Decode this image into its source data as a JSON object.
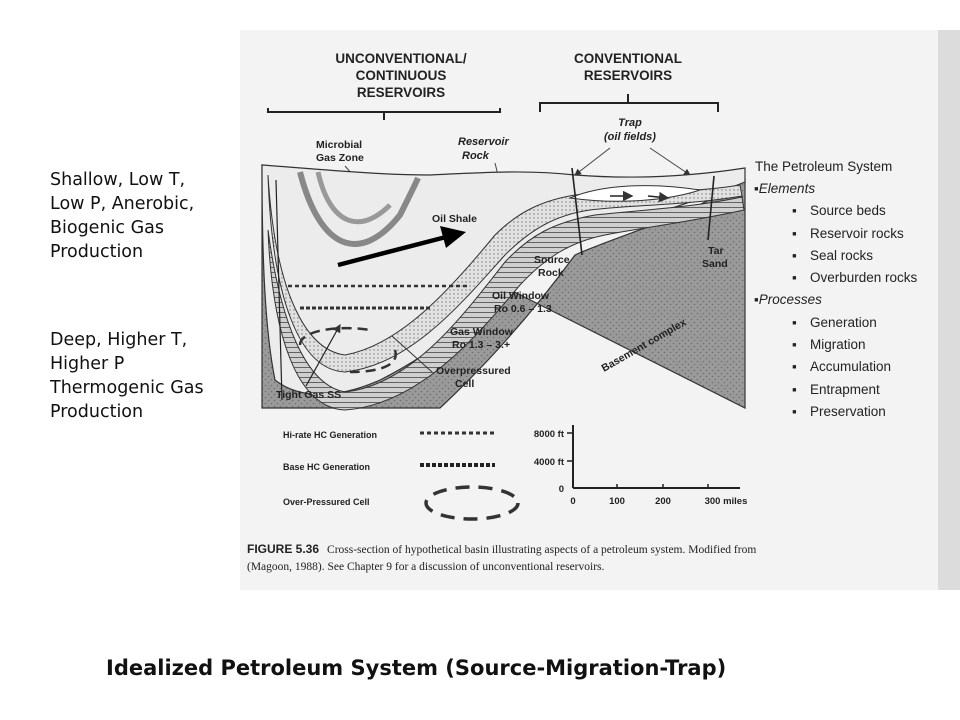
{
  "notes": {
    "shallow": [
      "Shallow, Low T,",
      "Low P, Anerobic,",
      "Biogenic Gas",
      "Production"
    ],
    "deep": [
      "Deep, Higher T,",
      "Higher P",
      "Thermogenic Gas",
      "Production"
    ]
  },
  "caption": "Idealized Petroleum System (Source-Migration-Trap)",
  "figure": {
    "heading_unconventional": [
      "UNCONVENTIONAL/",
      "CONTINUOUS",
      "RESERVOIRS"
    ],
    "heading_conventional": [
      "CONVENTIONAL",
      "RESERVOIRS"
    ],
    "labels": {
      "trap": [
        "Trap",
        "(oil fields)"
      ],
      "microbial": [
        "Microbial",
        "Gas Zone"
      ],
      "reservoir_rock": [
        "Reservoir",
        "Rock"
      ],
      "oil_shale": "Oil Shale",
      "source_rock": [
        "Source",
        "Rock"
      ],
      "oil_window": [
        "Oil Window",
        "Ro 0.6 – 1.3"
      ],
      "gas_window": [
        "Gas Window",
        "Ro 1.3 – 3.+"
      ],
      "overpressured": [
        "Overpressured",
        "Cell"
      ],
      "tight_gas": "Tight Gas SS",
      "tar_sand": [
        "Tar",
        "Sand"
      ],
      "basement": "Basement complex"
    },
    "petroleum_system": {
      "title": "The Petroleum System",
      "elements_heading": "Elements",
      "elements": [
        "Source beds",
        "Reservoir rocks",
        "Seal rocks",
        "Overburden rocks"
      ],
      "processes_heading": "Processes",
      "processes": [
        "Generation",
        "Migration",
        "Accumulation",
        "Entrapment",
        "Preservation"
      ]
    },
    "legend": [
      "Hi-rate HC Generation",
      "Base HC Generation",
      "Over-Pressured Cell"
    ],
    "scale": {
      "depth_ticks": [
        "8000 ft",
        "4000 ft",
        "0"
      ],
      "distance_ticks": [
        "0",
        "100",
        "200",
        "300 miles"
      ]
    },
    "figure_caption": {
      "label": "FIGURE 5.36",
      "line1": "Cross-section of hypothetical basin illustrating aspects of a petroleum system. Modified from",
      "line2": "(Magoon, 1988). See Chapter 9 for a discussion of unconventional reservoirs."
    }
  }
}
